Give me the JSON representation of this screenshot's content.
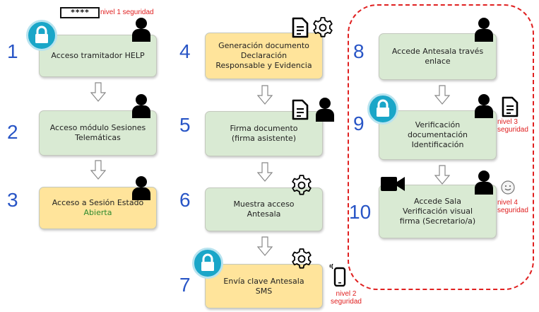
{
  "password_mask": "****",
  "security_levels": {
    "level1": "nivel 1 seguridad",
    "level2": [
      "nivel 2",
      "seguridad"
    ],
    "level3": [
      "nivel 3",
      "seguridad"
    ],
    "level4": [
      "nivel 4",
      "seguridad"
    ]
  },
  "steps": [
    {
      "number": "1",
      "lines": [
        "Acceso tramitador HELP"
      ]
    },
    {
      "number": "2",
      "lines": [
        "Acceso módulo Sesiones",
        "Telemáticas"
      ]
    },
    {
      "number": "3",
      "lines": [
        "Acceso a Sesión Estado"
      ],
      "status": "Abierta"
    },
    {
      "number": "4",
      "lines": [
        "Generación documento",
        "Declaración",
        "Responsable y Evidencia"
      ]
    },
    {
      "number": "5",
      "lines": [
        "Firma documento",
        "(firma asistente)"
      ]
    },
    {
      "number": "6",
      "lines": [
        "Muestra acceso",
        "Antesala"
      ]
    },
    {
      "number": "7",
      "lines": [
        "Envía clave Antesala",
        "SMS"
      ]
    },
    {
      "number": "8",
      "lines": [
        "Accede Antesala través",
        "enlace"
      ]
    },
    {
      "number": "9",
      "lines": [
        "Verificación",
        "documentación",
        "Identificación"
      ]
    },
    {
      "number": "10",
      "lines": [
        "Accede Sala",
        "Verificación visual",
        "firma (Secretario/a)"
      ]
    }
  ],
  "colors": {
    "green_box": "#d9ead3",
    "yellow_box": "#ffe49b",
    "number": "#2855c6",
    "security_red": "#e02020",
    "lock_circle": "#1aa6c8"
  },
  "icons": [
    "lock-icon",
    "person-icon",
    "document-icon",
    "gear-icon",
    "phone-icon",
    "video-camera-icon",
    "smiley-icon",
    "down-arrow-icon"
  ]
}
